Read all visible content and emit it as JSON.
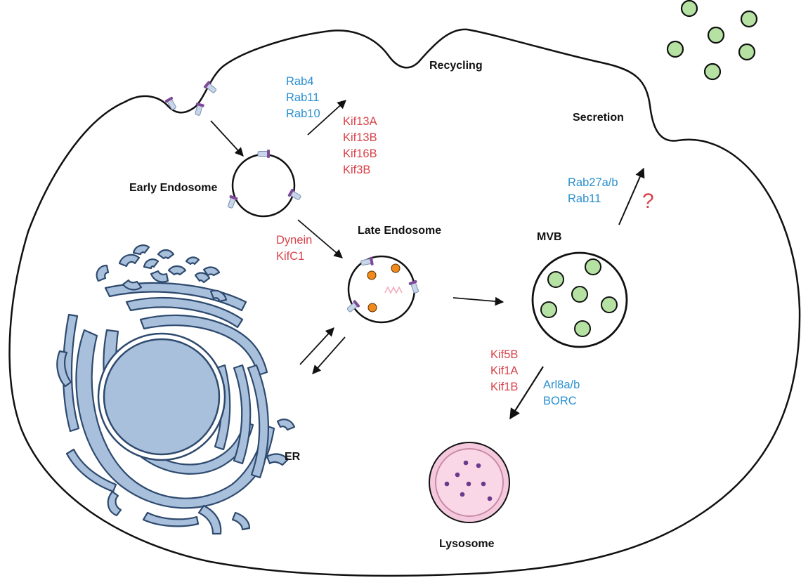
{
  "labels": {
    "recycling": "Recycling",
    "secretion": "Secretion",
    "early_endosome": "Early Endosome",
    "late_endosome": "Late Endosome",
    "mvb": "MVB",
    "er": "ER",
    "lysosome": "Lysosome"
  },
  "recycling_rabs": [
    "Rab4",
    "Rab11",
    "Rab10"
  ],
  "recycling_kinesins": [
    "Kif13A",
    "Kif13B",
    "Kif16B",
    "Kif3B"
  ],
  "late_transport_motors": [
    "Dynein",
    "KifC1"
  ],
  "secretion_rabs": [
    "Rab27a/b",
    "Rab11"
  ],
  "secretion_unknown": "?",
  "lysosome_kinesins": [
    "Kif5B",
    "Kif1A",
    "Kif1B"
  ],
  "lysosome_regulators": [
    "Arl8a/b",
    "BORC"
  ],
  "colors": {
    "rab_text": "#2a8fd0",
    "kinesin_text": "#d8434b",
    "er_fill": "#a9c0dc",
    "er_stroke": "#2e4a6e",
    "vesicle_fill": "#b5e1a2",
    "lysosome_fill": "#f5c9dd",
    "cargo_orange": "#f08a1c"
  }
}
